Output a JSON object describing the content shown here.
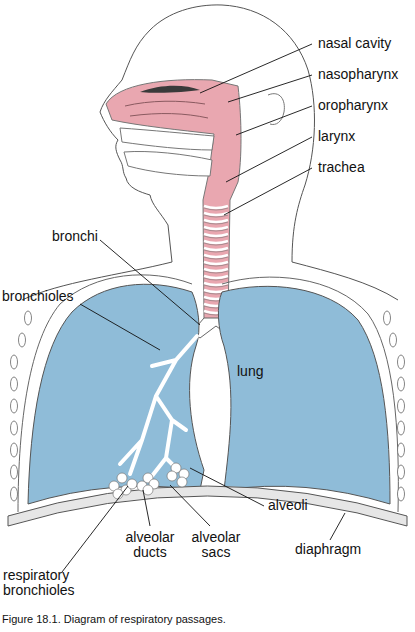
{
  "diagram": {
    "caption": "Figure 18.1. Diagram of respiratory passages.",
    "labels": [
      "nasal cavity",
      "nasopharynx",
      "oropharynx",
      "larynx",
      "trachea",
      "bronchi",
      "bronchioles",
      "lung",
      "alveoli",
      "alveolar ducts",
      "alveolar sacs",
      "diaphragm",
      "respiratory bronchioles"
    ]
  }
}
